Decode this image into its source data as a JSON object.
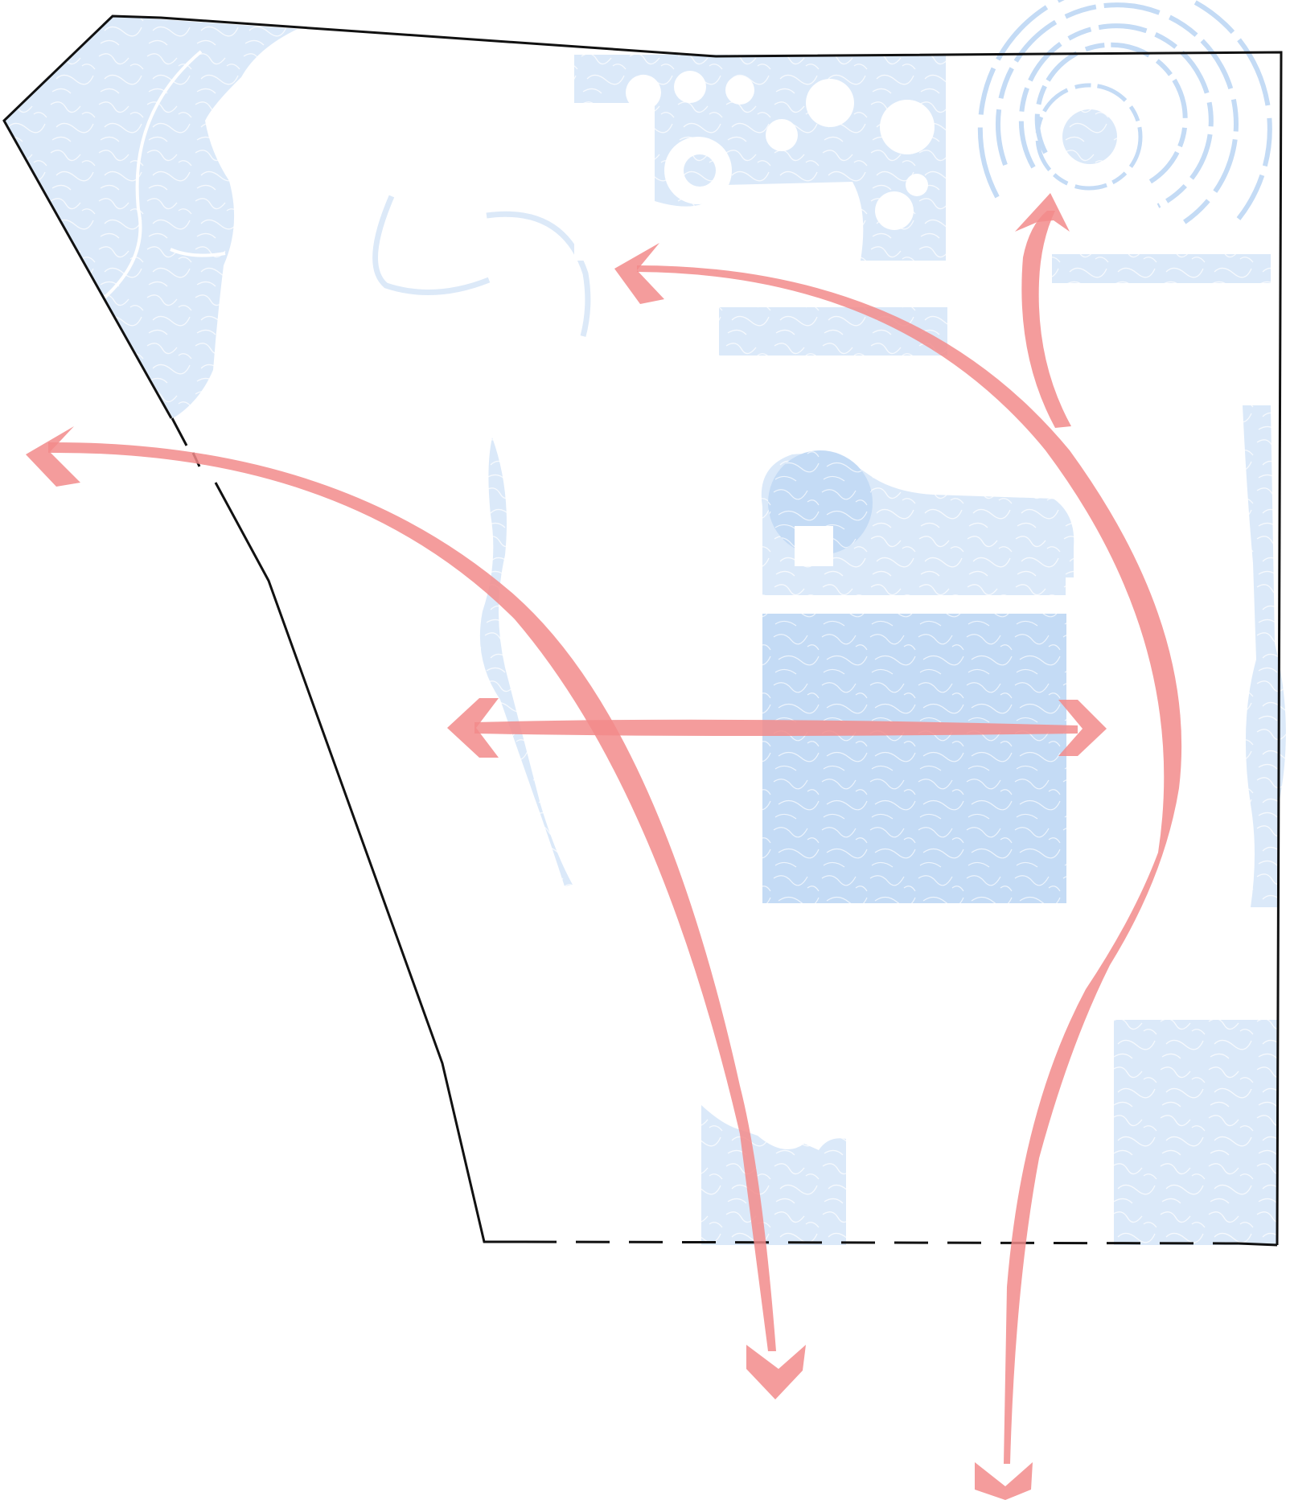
{
  "colors": {
    "background": "#ffffff",
    "boundary": "#111111",
    "zone_light": "#dbe9f9",
    "zone_medium": "#c4dbf5",
    "zone_strong": "#aac9f0",
    "flow_arrow": "#f28b8b"
  },
  "diagram": {
    "elements": [
      "site-boundary-line",
      "landscape-zone",
      "garden-path",
      "pond-feature",
      "concentric-plaza",
      "building-block",
      "circulation-arrow"
    ]
  }
}
